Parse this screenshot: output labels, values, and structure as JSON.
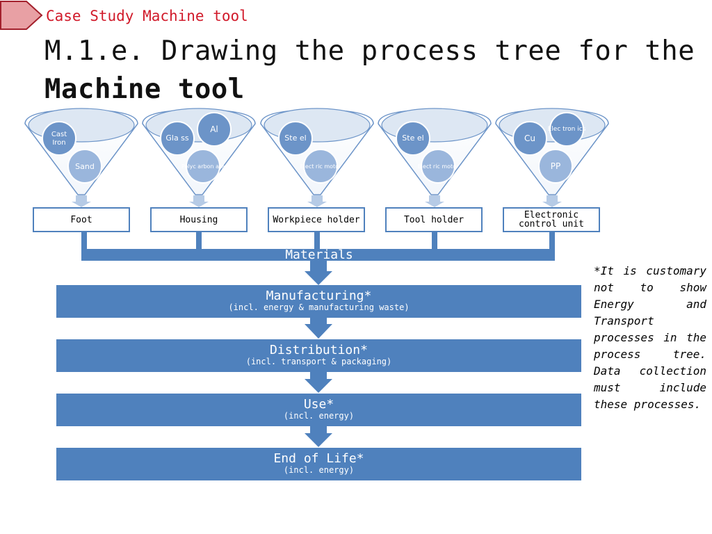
{
  "header": {
    "case_label": "Case Study Machine tool",
    "title_prefix": "M.1.e. Drawing the process tree for the ",
    "title_bold": "Machine tool"
  },
  "funnels": [
    {
      "materials": [
        "Cast Iron",
        "Sand"
      ],
      "part": "Foot"
    },
    {
      "materials": [
        "Gla ss",
        "Al",
        "Polyc arbon ate"
      ],
      "part": "Housing"
    },
    {
      "materials": [
        "Ste el",
        "Elect ric motor"
      ],
      "part": "Workpiece holder"
    },
    {
      "materials": [
        "Ste el",
        "Elect ric motor"
      ],
      "part": "Tool holder"
    },
    {
      "materials": [
        "Cu",
        "Elec tron ics",
        "PP"
      ],
      "part": "Electronic control unit"
    }
  ],
  "materials_label": "Materials",
  "stages": [
    {
      "name": "Manufacturing*",
      "detail": "(incl. energy & manufacturing waste)"
    },
    {
      "name": "Distribution*",
      "detail": "(incl. transport & packaging)"
    },
    {
      "name": "Use*",
      "detail": "(incl. energy)"
    },
    {
      "name": "End of Life*",
      "detail": "(incl. energy)"
    }
  ],
  "note": "*It is customary not to show Energy and Transport processes in the process tree. Data collection must include these processes.",
  "colors": {
    "accent": "#4f81bd",
    "circle": "#6c94c8",
    "circle_light": "#9ab6dc",
    "case_label": "#d11a2a",
    "tag_fill": "#e8a0a4",
    "tag_stroke": "#a3202c"
  }
}
